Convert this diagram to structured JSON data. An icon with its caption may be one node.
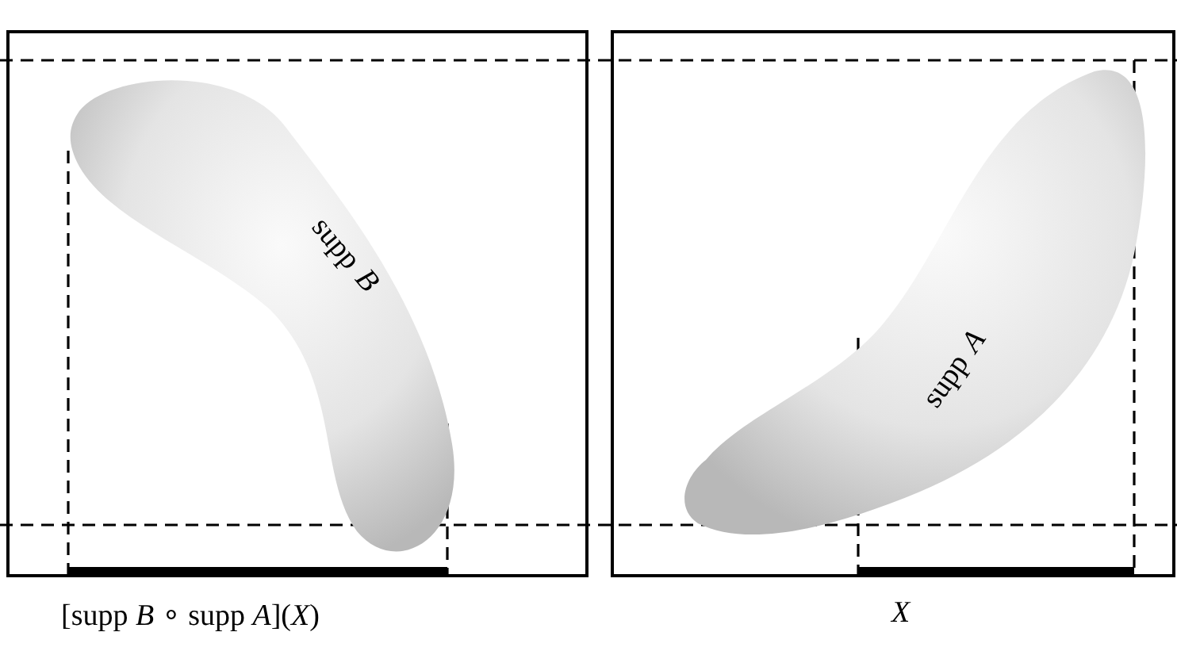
{
  "diagram": {
    "nodes": [
      {
        "text": [
          "supp *B*"
        ]
      },
      {
        "text": [
          "supp *A*"
        ]
      }
    ],
    "labels": [
      "[supp *B* ∘ supp *A*](*X*)",
      "*X*"
    ]
  }
}
